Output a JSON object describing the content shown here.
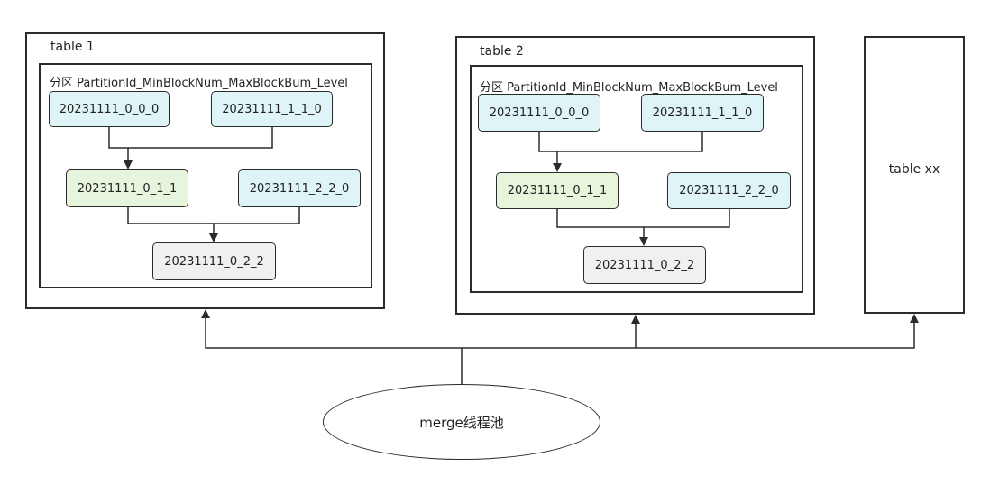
{
  "table1": {
    "title": "table 1",
    "partition_label": "分区 PartitionId_MinBlockNum_MaxBlockBum_Level",
    "parts": {
      "p000": "20231111_0_0_0",
      "p110": "20231111_1_1_0",
      "p011": "20231111_0_1_1",
      "p220": "20231111_2_2_0",
      "p022": "20231111_0_2_2"
    }
  },
  "table2": {
    "title": "table 2",
    "partition_label": "分区 PartitionId_MinBlockNum_MaxBlockBum_Level",
    "parts": {
      "p000": "20231111_0_0_0",
      "p110": "20231111_1_1_0",
      "p011": "20231111_0_1_1",
      "p220": "20231111_2_2_0",
      "p022": "20231111_0_2_2"
    }
  },
  "table_xx": {
    "title": "table xx"
  },
  "thread_pool": {
    "label": "merge线程池"
  },
  "colors": {
    "line": "#2b2b2b",
    "cyan_part": "#dff4f6",
    "green_part": "#e7f5dc",
    "gray_part": "#f0f0f0"
  }
}
